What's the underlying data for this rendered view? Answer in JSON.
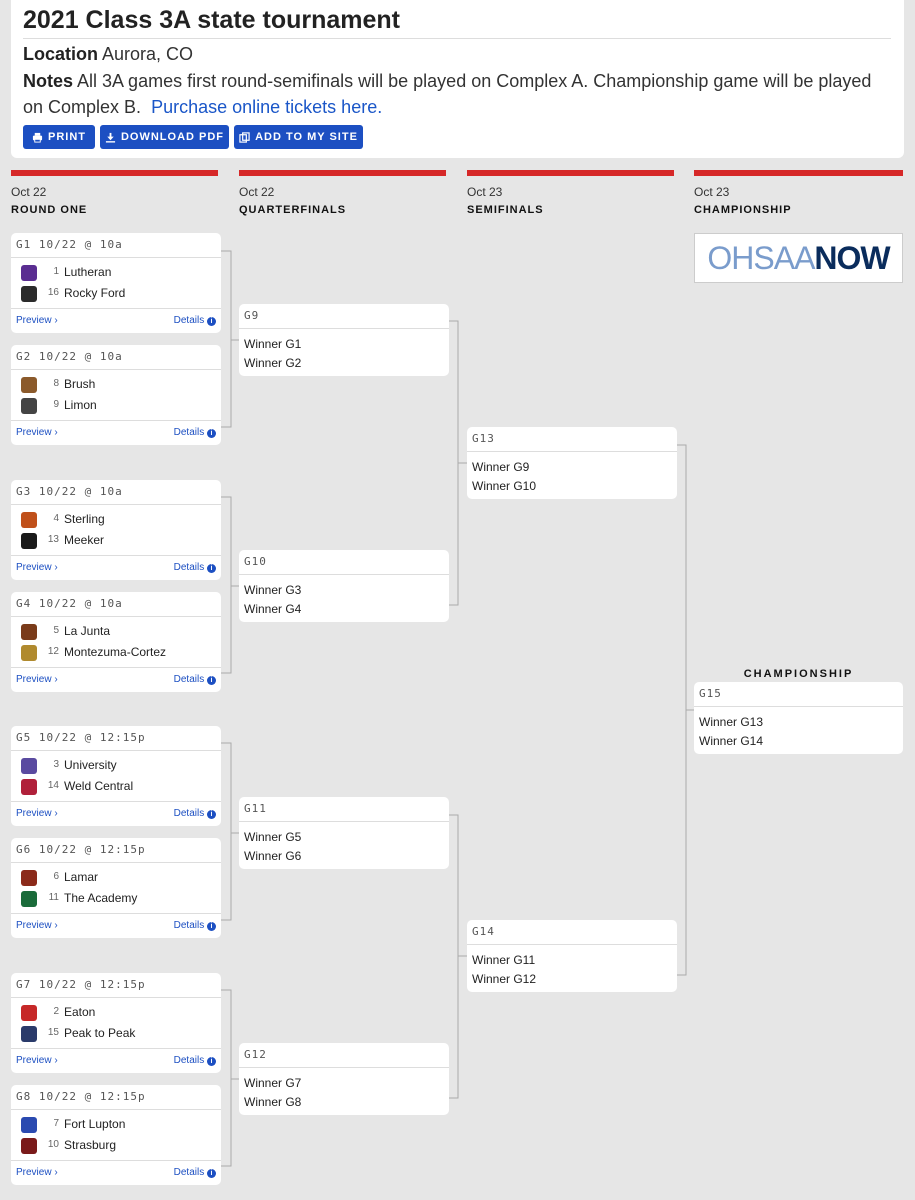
{
  "header": {
    "title": "2021 Class 3A state tournament",
    "location_label": "Location",
    "location_value": "Aurora, CO",
    "notes_label": "Notes",
    "notes_text": "All 3A games first round-semifinals will be played on Complex A. Championship game will be played",
    "notes_text2": "on Complex B.",
    "tickets_link": "Purchase online tickets here.",
    "buttons": {
      "print": "PRINT",
      "download": "DOWNLOAD PDF",
      "add": "ADD TO MY SITE"
    }
  },
  "columns": [
    {
      "date": "Oct 22",
      "name": "ROUND ONE"
    },
    {
      "date": "Oct 22",
      "name": "QUARTERFINALS"
    },
    {
      "date": "Oct 23",
      "name": "SEMIFINALS"
    },
    {
      "date": "Oct 23",
      "name": "CHAMPIONSHIP"
    }
  ],
  "round_one": [
    {
      "game": "G1 10/22 @ 10a",
      "teams": [
        {
          "seed": "1",
          "name": "Lutheran",
          "color": "#5a2d91"
        },
        {
          "seed": "16",
          "name": "Rocky Ford",
          "color": "#2b2b2b"
        }
      ],
      "preview": "Preview ›",
      "details": "Details"
    },
    {
      "game": "G2 10/22 @ 10a",
      "teams": [
        {
          "seed": "8",
          "name": "Brush",
          "color": "#8b5a2b"
        },
        {
          "seed": "9",
          "name": "Limon",
          "color": "#444444"
        }
      ],
      "preview": "Preview ›",
      "details": "Details"
    },
    {
      "game": "G3 10/22 @ 10a",
      "teams": [
        {
          "seed": "4",
          "name": "Sterling",
          "color": "#c0501a"
        },
        {
          "seed": "13",
          "name": "Meeker",
          "color": "#1a1a1a"
        }
      ],
      "preview": "Preview ›",
      "details": "Details"
    },
    {
      "game": "G4 10/22 @ 10a",
      "teams": [
        {
          "seed": "5",
          "name": "La Junta",
          "color": "#7a3b1a"
        },
        {
          "seed": "12",
          "name": "Montezuma-Cortez",
          "color": "#b08a2e"
        }
      ],
      "preview": "Preview ›",
      "details": "Details"
    },
    {
      "game": "G5 10/22 @ 12:15p",
      "teams": [
        {
          "seed": "3",
          "name": "University",
          "color": "#5a4aa0"
        },
        {
          "seed": "14",
          "name": "Weld Central",
          "color": "#b0203a"
        }
      ],
      "preview": "Preview ›",
      "details": "Details"
    },
    {
      "game": "G6 10/22 @ 12:15p",
      "teams": [
        {
          "seed": "6",
          "name": "Lamar",
          "color": "#8b2a1a"
        },
        {
          "seed": "11",
          "name": "The Academy",
          "color": "#1a6b3a"
        }
      ],
      "preview": "Preview ›",
      "details": "Details"
    },
    {
      "game": "G7 10/22 @ 12:15p",
      "teams": [
        {
          "seed": "2",
          "name": "Eaton",
          "color": "#c62828"
        },
        {
          "seed": "15",
          "name": "Peak to Peak",
          "color": "#2a3a6a"
        }
      ],
      "preview": "Preview ›",
      "details": "Details"
    },
    {
      "game": "G8 10/22 @ 12:15p",
      "teams": [
        {
          "seed": "7",
          "name": "Fort Lupton",
          "color": "#2a4ab0"
        },
        {
          "seed": "10",
          "name": "Strasburg",
          "color": "#7a1a1a"
        }
      ],
      "preview": "Preview ›",
      "details": "Details"
    }
  ],
  "quarterfinals": [
    {
      "game": "G9",
      "lines": [
        "Winner G1",
        "Winner G2"
      ]
    },
    {
      "game": "G10",
      "lines": [
        "Winner G3",
        "Winner G4"
      ]
    },
    {
      "game": "G11",
      "lines": [
        "Winner G5",
        "Winner G6"
      ]
    },
    {
      "game": "G12",
      "lines": [
        "Winner G7",
        "Winner G8"
      ]
    }
  ],
  "semifinals": [
    {
      "game": "G13",
      "lines": [
        "Winner G9",
        "Winner G10"
      ]
    },
    {
      "game": "G14",
      "lines": [
        "Winner G11",
        "Winner G12"
      ]
    }
  ],
  "championship": {
    "label": "CHAMPIONSHIP",
    "game": "G15",
    "lines": [
      "Winner G13",
      "Winner G14"
    ],
    "sponsor_logo_a": "OHSAA",
    "sponsor_logo_b": "NOW"
  }
}
